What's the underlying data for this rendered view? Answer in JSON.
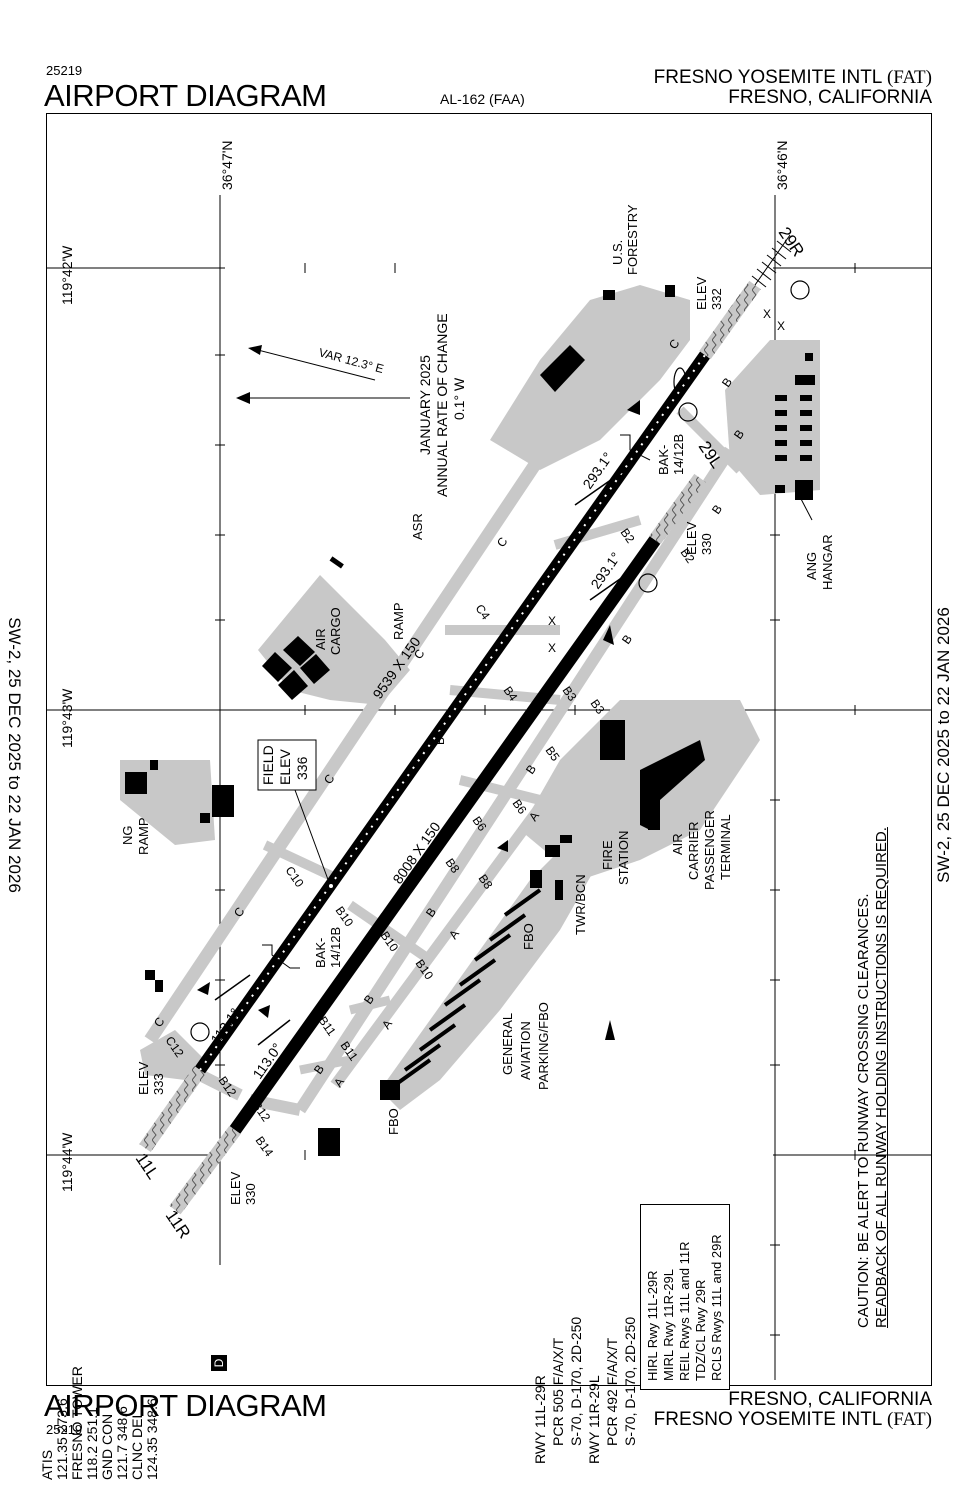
{
  "header": {
    "chart_number": "25219",
    "title": "AIRPORT DIAGRAM",
    "agency": "AL-162 (FAA)",
    "airport_name": "FRESNO YOSEMITE INTL",
    "airport_id": "(FAT)",
    "city_state": "FRESNO, CALIFORNIA"
  },
  "footer": {
    "chart_number": "25219",
    "title": "AIRPORT DIAGRAM",
    "airport_name": "FRESNO YOSEMITE INTL",
    "airport_id": "(FAT)",
    "city_state": "FRESNO, CALIFORNIA"
  },
  "effective_dates": {
    "left": "SW-2,  25 DEC 2025  to  22 JAN 2026",
    "right": "SW-2,  25 DEC 2025  to  22 JAN 2026"
  },
  "graticule": {
    "lat_north": "36°47'N",
    "lat_south": "36°46'N",
    "lon_a": "119°42'W",
    "lon_b": "119°43'W",
    "lon_c": "119°44'W"
  },
  "magnetic": {
    "variation": "VAR 12.3° E",
    "date": "JANUARY 2025",
    "rate_label": "ANNUAL RATE OF CHANGE",
    "rate_value": "0.1° W"
  },
  "field_elevation": {
    "line1": "FIELD",
    "line2": "ELEV",
    "value": "336"
  },
  "runways": [
    {
      "id": "11L",
      "label": "11L",
      "opposite": "29R",
      "dims": "9539 X 150",
      "heading_a": "113.1°",
      "heading_b": "293.1°",
      "elev_start_label": "ELEV",
      "elev_start": "333",
      "elev_end_label": "ELEV",
      "elev_end": "332"
    },
    {
      "id": "11R",
      "label": "11R",
      "opposite": "29L",
      "dims": "8008 X 150",
      "heading_a": "113.0°",
      "heading_b": "293.1°",
      "elev_start_label": "ELEV",
      "elev_start": "330",
      "elev_end_label": "ELEV",
      "elev_end": "330"
    }
  ],
  "arresting_gear": [
    "BAK-",
    "14/12B",
    "BAK-",
    "14/12B"
  ],
  "facilities": {
    "us_forestry": [
      "U.S.",
      "FORESTRY"
    ],
    "air_cargo": [
      "AIR",
      "CARGO"
    ],
    "ramp": "RAMP",
    "asr": "ASR",
    "ng_ramp": [
      "NG",
      "RAMP"
    ],
    "ang_hangar": [
      "ANG",
      "HANGAR"
    ],
    "fire_station": [
      "FIRE",
      "STATION"
    ],
    "terminal": [
      "AIR",
      "CARRIER",
      "PASSENGER",
      "TERMINAL"
    ],
    "twr_bcn": "TWR/BCN",
    "fbo": "FBO",
    "ga_parking": [
      "GENERAL",
      "AVIATION",
      "PARKING/FBO"
    ]
  },
  "taxiway_labels": [
    "A",
    "B",
    "C",
    "B2",
    "B3",
    "B4",
    "B5",
    "B6",
    "B8",
    "B10",
    "B11",
    "B12",
    "B14",
    "C4",
    "C10",
    "C12"
  ],
  "frequencies": [
    "ATIS",
    "121.35  273.6",
    "FRESNO TOWER",
    "118.2  251.1",
    "GND CON",
    "121.7  348.6",
    "CLNC DEL",
    "124.35  348.6"
  ],
  "dlink_badge": "D",
  "runway_strengths": {
    "rwy1_title": "RWY 11L-29R",
    "rwy1_pcr": "PCR 505 F/A/X/T",
    "rwy1_gear": "S-70, D-170, 2D-250",
    "rwy2_title": "RWY 11R-29L",
    "rwy2_pcr": "PCR 492 F/A/X/T",
    "rwy2_gear": "S-70, D-170, 2D-250"
  },
  "lighting": [
    "HIRL Rwy 11L-29R",
    "MIRL Rwy 11R-29L",
    "REIL Rwys 11L and 11R",
    "TDZ/CL Rwy 29R",
    "RCLS Rwys 11L and 29R"
  ],
  "caution": {
    "line1": "CAUTION: BE ALERT TO RUNWAY CROSSING CLEARANCES.",
    "line2": "READBACK OF ALL RUNWAY HOLDING INSTRUCTIONS IS REQUIRED."
  },
  "colors": {
    "pavement": "#c8c8c8",
    "building": "#000000",
    "background": "#ffffff"
  }
}
